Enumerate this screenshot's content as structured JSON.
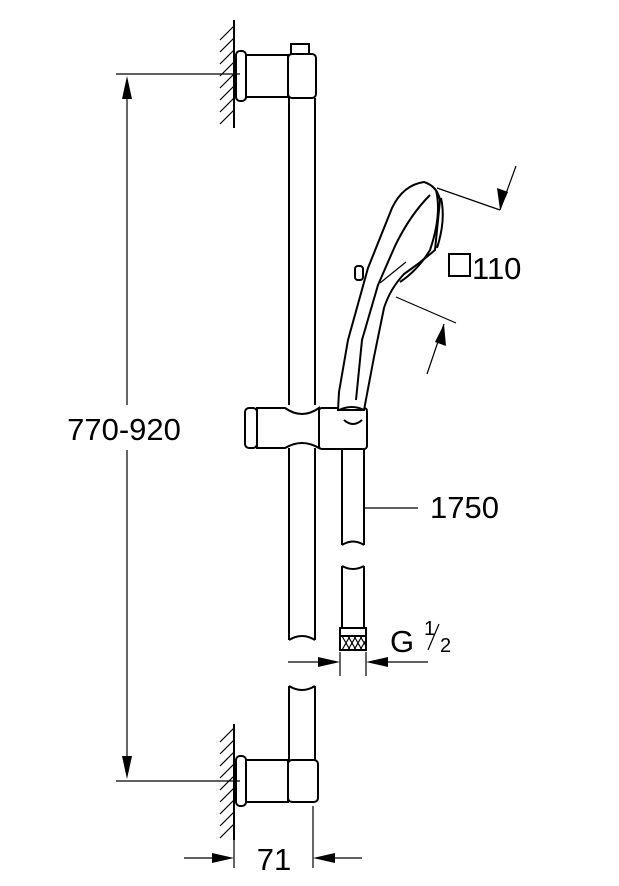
{
  "dimensions": {
    "height_range": "770-920",
    "hose_length": "1750",
    "handshower_size": "110",
    "connection_thread": "G",
    "connection_thread_num": "1",
    "connection_thread_den": "2",
    "wall_projection": "71"
  },
  "icons": {
    "size_symbol": "square-icon"
  }
}
